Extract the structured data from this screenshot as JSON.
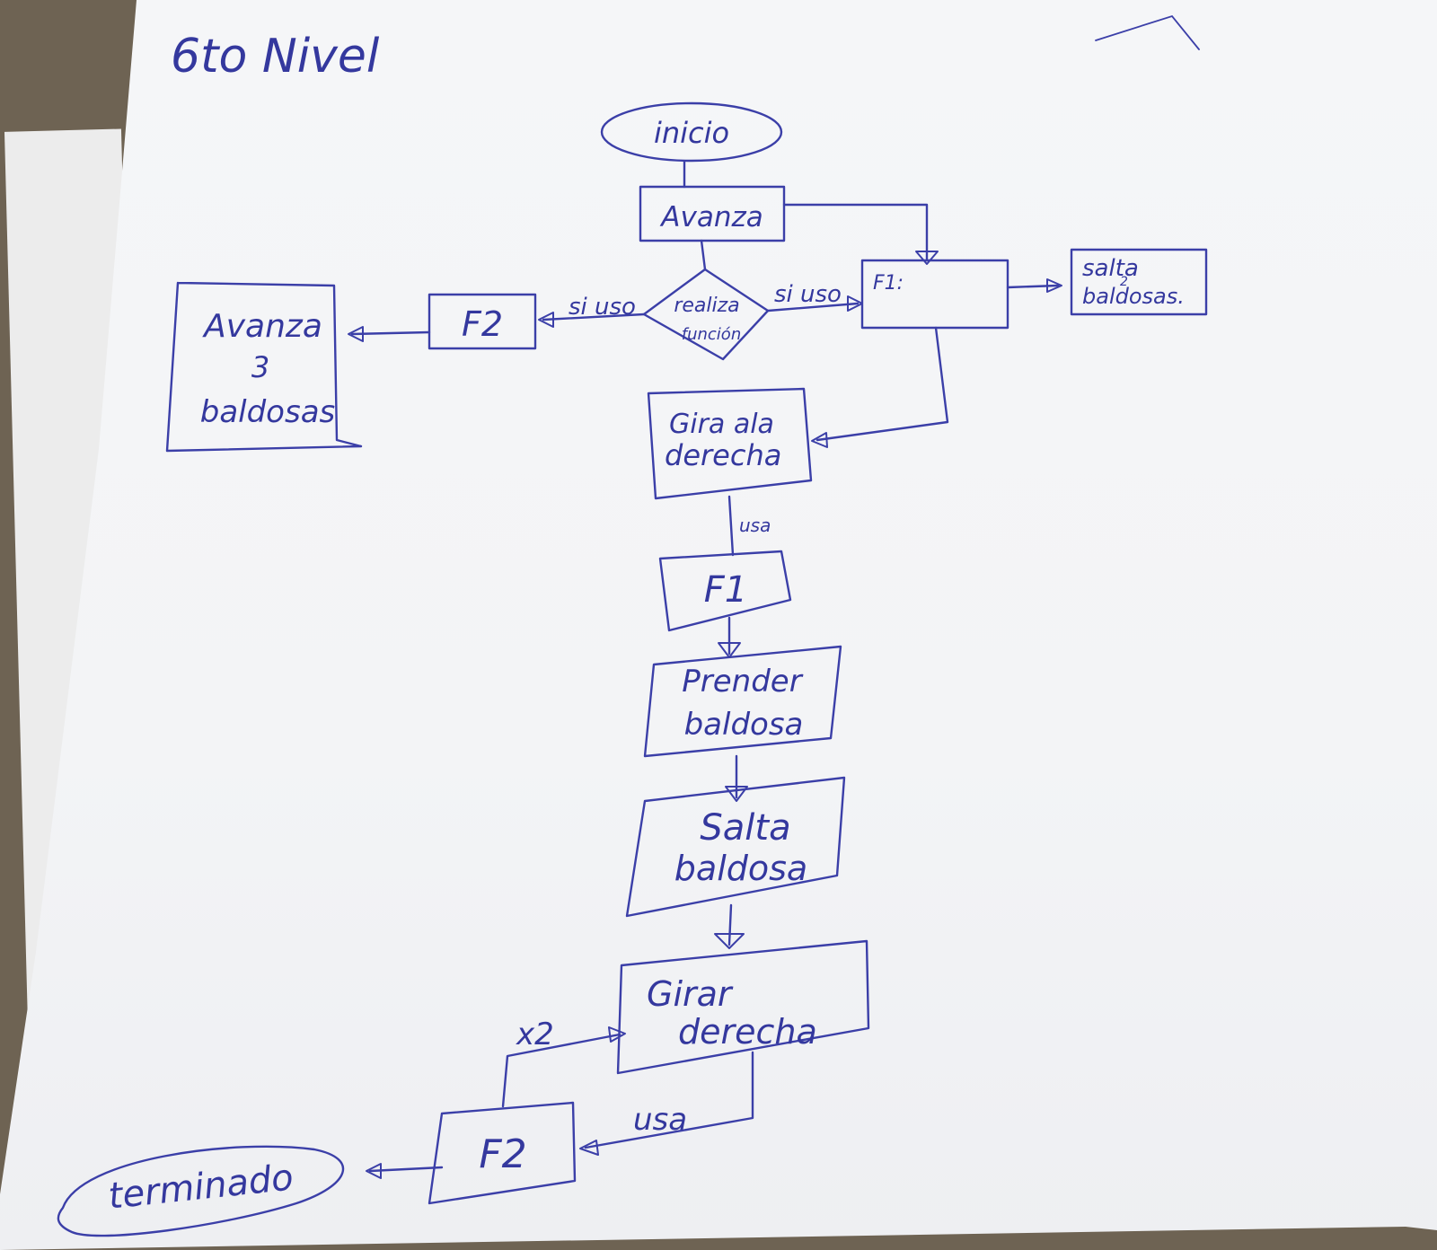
{
  "page_title": "6to Nivel",
  "nodes": {
    "inicio": "inicio",
    "avanza": "Avanza",
    "decision_line1": "realiza",
    "decision_line2": "función",
    "f1_def": "F1:",
    "salta2_line1": "salta",
    "salta2_line2": "baldosas.",
    "salta2_count": "2",
    "f2_top": "F2",
    "avanza3_line1": "Avanza",
    "avanza3_line2": "3",
    "avanza3_line3": "baldosas",
    "gira_line1": "Gira ala",
    "gira_line2": "derecha",
    "f1_call": "F1",
    "prender_line1": "Prender",
    "prender_line2": "baldosa",
    "salta_line1": "Salta",
    "salta_line2": "baldosa",
    "girar_line1": "Girar",
    "girar_line2": "derecha",
    "f2_bottom": "F2",
    "terminado": "terminado"
  },
  "edge_labels": {
    "si_uso_left": "si uso",
    "si_uso_right": "si uso",
    "usa_f1": "usa",
    "x2": "x2",
    "usa_f2": "usa"
  },
  "colors": {
    "ink": "#3b3fa8",
    "paper": "#f4f5f7",
    "background": "#6e6353"
  }
}
